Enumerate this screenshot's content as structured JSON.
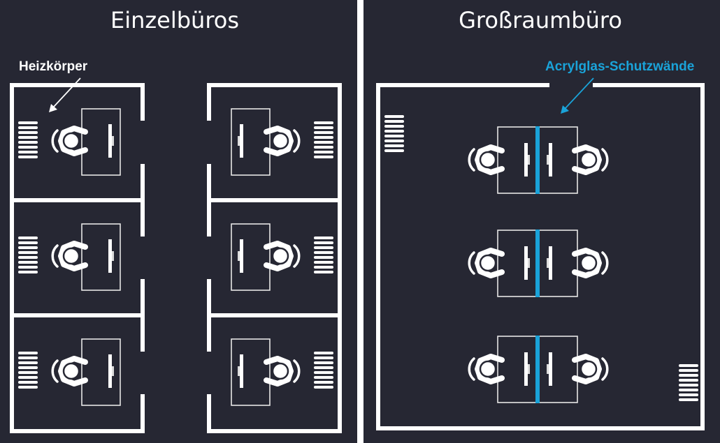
{
  "left_panel": {
    "title": "Einzelbüros",
    "label": "Heizkörper"
  },
  "right_panel": {
    "title": "Großraumbüro",
    "label": "Acrylglas-Schutzwände"
  },
  "colors": {
    "background": "#262733",
    "wall": "#ffffff",
    "acrylic": "#1aa3d9",
    "divider": "#ffffff"
  }
}
